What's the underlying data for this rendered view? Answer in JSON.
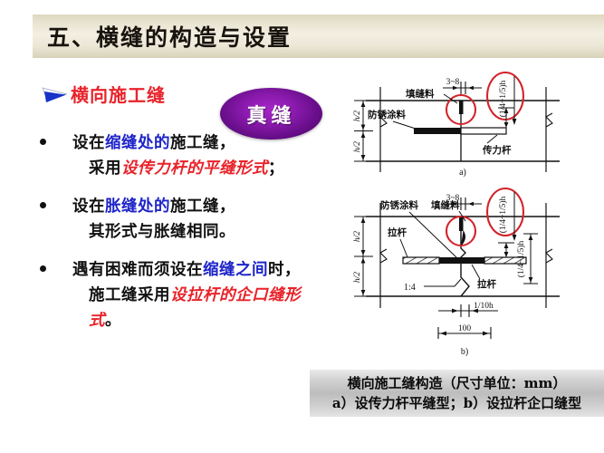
{
  "slide": {
    "title": "五、横缝的构造与设置",
    "background_color": "#ffffff",
    "banner_color": "#e8e3d0"
  },
  "heading": {
    "arrow_icon": "blue-dart-arrow-icon",
    "label": "横向施工缝",
    "label_color": "#e8232a",
    "badge": {
      "text": "真缝",
      "fill_color": "#8d1bb0",
      "text_color": "#ffffff"
    }
  },
  "bullets": [
    {
      "marker": "●",
      "lines": [
        [
          {
            "t": "设在",
            "c": "black"
          },
          {
            "t": "缩缝处的",
            "c": "blue"
          },
          {
            "t": "施工缝，",
            "c": "black"
          }
        ],
        [
          {
            "t": "采用",
            "c": "black"
          },
          {
            "t": "设传力杆的平缝形式",
            "c": "red"
          },
          {
            "t": "；",
            "c": "black"
          }
        ]
      ]
    },
    {
      "marker": "●",
      "lines": [
        [
          {
            "t": "设在",
            "c": "black"
          },
          {
            "t": "胀缝处的",
            "c": "blue"
          },
          {
            "t": "施工缝，",
            "c": "black"
          }
        ],
        [
          {
            "t": "其形式与胀缝相同。",
            "c": "black"
          }
        ]
      ]
    },
    {
      "marker": "●",
      "lines": [
        [
          {
            "t": "遇有困难而须设在",
            "c": "black"
          },
          {
            "t": "缩缝之间",
            "c": "blue"
          },
          {
            "t": "时，",
            "c": "black"
          }
        ],
        [
          {
            "t": "施工缝采用",
            "c": "black"
          },
          {
            "t": "设拉杆的企口缝形",
            "c": "red"
          }
        ],
        [
          {
            "t": "式",
            "c": "red"
          },
          {
            "t": "。",
            "c": "black"
          }
        ]
      ]
    }
  ],
  "diagram": {
    "panel_name": "transverse-construction-joint-drawing",
    "highlight_color": "#d2232a",
    "line_color": "#111111",
    "figure_a": {
      "sublabel": "a)",
      "labels": {
        "filler": "填缝料",
        "anticorrosion": "防锈涂料",
        "dowel_bar": "传力杆"
      },
      "dimensions": {
        "gap_width": "3~8",
        "depth_ratio": "(1/4~1/5)h",
        "half_thickness_top": "h/2",
        "half_thickness_bottom": "h/2"
      }
    },
    "figure_b": {
      "sublabel": "b)",
      "labels": {
        "anticorrosion": "防锈涂料",
        "filler": "填缝料",
        "tie_bar_left": "拉杆",
        "tie_bar_right": "拉杆"
      },
      "dimensions": {
        "gap_width": "3~8",
        "depth_ratio_top": "(1/4~1/5)h",
        "depth_ratio_right": "(1/4~1/5)h",
        "half_thickness_top": "h/2",
        "half_thickness_bottom": "h/2",
        "slope": "1:4",
        "key_depth": "1/10h",
        "key_width": "100"
      }
    }
  },
  "caption": {
    "line1": "横向施工缝构造（尺寸单位：mm）",
    "line2": "a）设传力杆平缝型；b）设拉杆企口缝型"
  }
}
